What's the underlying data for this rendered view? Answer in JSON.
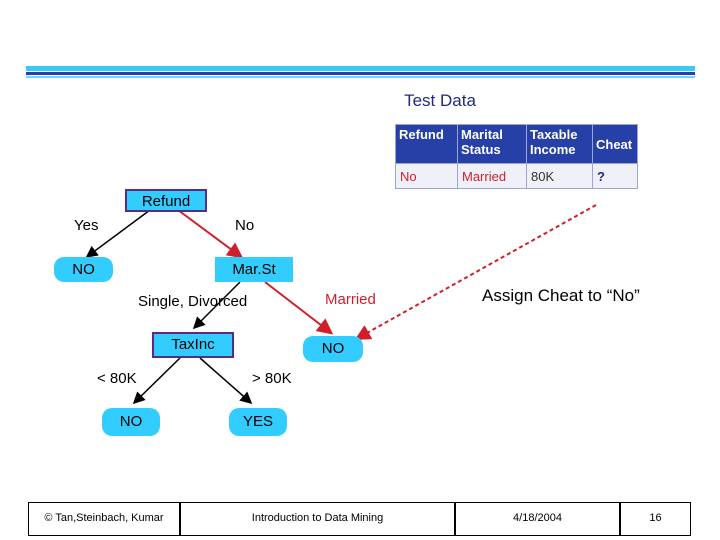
{
  "test_data": {
    "title": "Test Data",
    "headers": [
      "Refund",
      "Marital Status",
      "Taxable Income",
      "Cheat"
    ],
    "row": [
      "No",
      "Married",
      "80K",
      "?"
    ]
  },
  "tree": {
    "root": "Refund",
    "root_yes": "Yes",
    "root_no": "No",
    "leaf_yes": "NO",
    "marst": "Mar.St",
    "marst_single": "Single, Divorced",
    "marst_married": "Married",
    "taxinc": "TaxInc",
    "married_leaf": "NO",
    "tax_lt": "< 80K",
    "tax_gt": "> 80K",
    "leaf_lt": "NO",
    "leaf_gt": "YES"
  },
  "annotation": "Assign Cheat to “No”",
  "footer": {
    "authors": "© Tan,Steinbach, Kumar",
    "course": "Introduction to Data Mining",
    "date": "4/18/2004",
    "page": "16"
  },
  "colors": {
    "node_fill": "#33ccff",
    "node_border": "#5b2a87",
    "path_red": "#d01f2a",
    "rule_blue": "#2640a8",
    "rule_cyan": "#33ccff"
  }
}
